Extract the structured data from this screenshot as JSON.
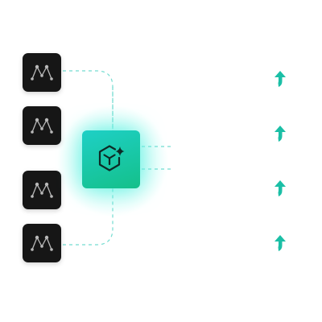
{
  "colors": {
    "node_bg": "#161616",
    "node_stroke": "#b9b9b9",
    "hub_top": "#1ed0c6",
    "hub_bottom": "#14c08a",
    "hub_glow": "#5ff2e2",
    "connector": "#73dcd0",
    "arrow": "#1bbfa6",
    "hub_icon": "#0d2a26"
  },
  "icons": {
    "input_node": "network-graph-icon",
    "hub": "hexagon-sparkle-icon",
    "output": "up-arrow-icon"
  },
  "inputs": [
    {
      "id": "input-1"
    },
    {
      "id": "input-2"
    },
    {
      "id": "input-3"
    },
    {
      "id": "input-4"
    }
  ],
  "outputs": [
    {
      "id": "output-1"
    },
    {
      "id": "output-2"
    },
    {
      "id": "output-3"
    },
    {
      "id": "output-4"
    }
  ]
}
